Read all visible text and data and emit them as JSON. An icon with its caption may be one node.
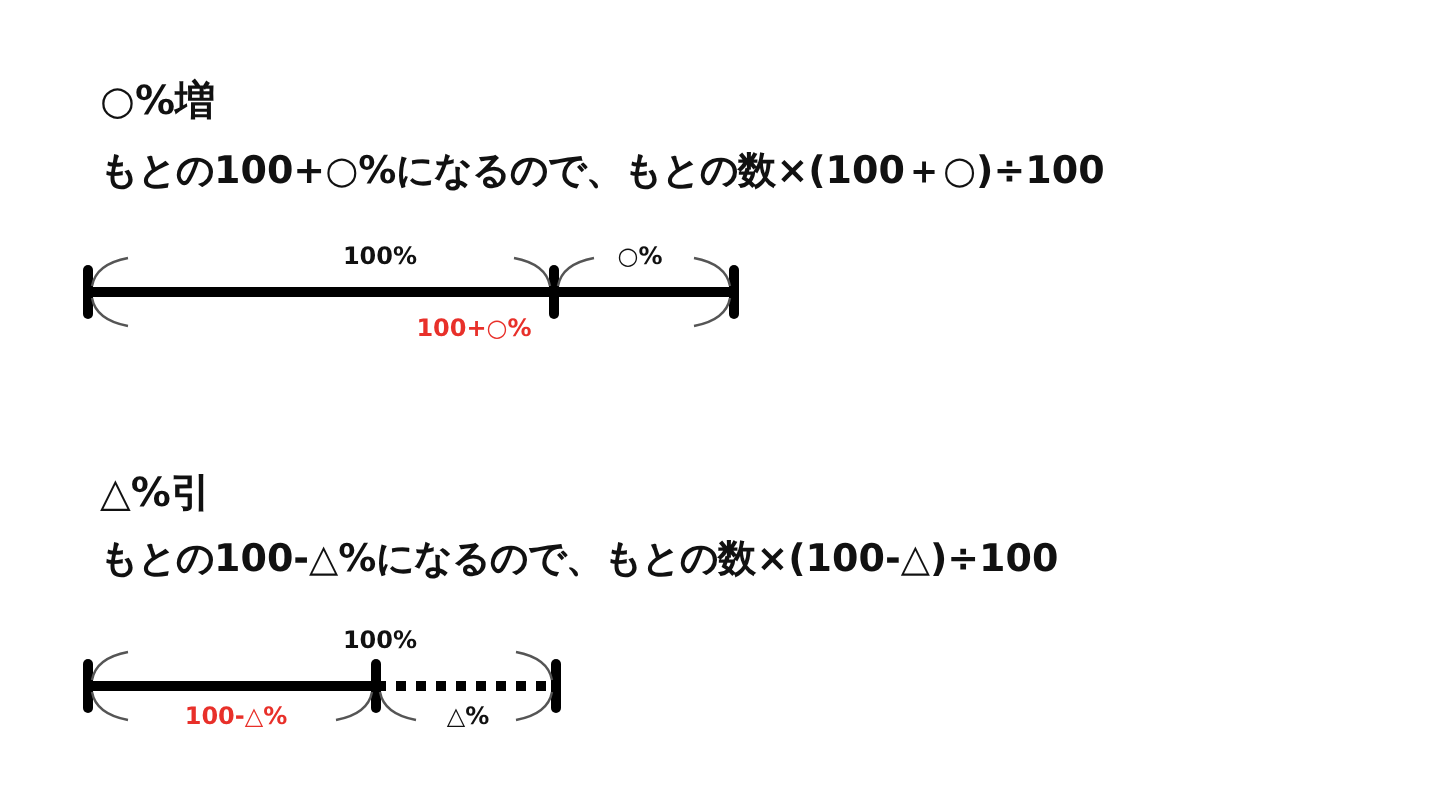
{
  "diagram": {
    "labels": [
      "○%増",
      "もとの100+○%になるので、もとの数×(100＋○)÷100",
      "100%",
      "○%",
      "100+○%",
      "△%引",
      "もとの100-△%になるので、もとの数×(100-△)÷100",
      "100%",
      "100-△%",
      "△%"
    ]
  }
}
